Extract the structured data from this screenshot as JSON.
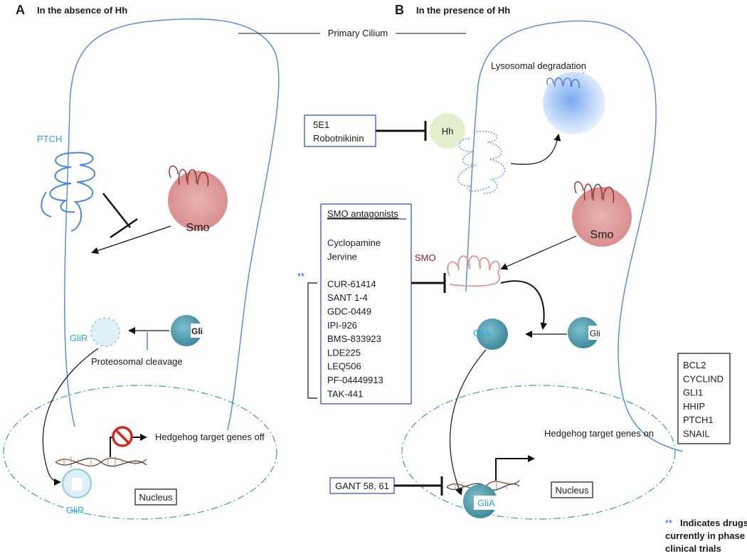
{
  "panel_a": {
    "letter": "A",
    "title": "In the absence of Hh",
    "ptch_label": "PTCH",
    "smo_label": "Smo",
    "glir_label": "GliR",
    "gli_label": "Gli",
    "cleavage_label": "Proteosomal cleavage",
    "target_label": "Hedgehog target genes off",
    "nucleus_label": "Nucleus",
    "glir_nucleus_label": "GliR"
  },
  "panel_b": {
    "letter": "B",
    "title": "In the presence of Hh",
    "lysosome_label": "Lysosomal degradation",
    "hh_label": "Hh",
    "hh_inhibitors": [
      "5E1",
      "Robotnikinin"
    ],
    "smo_label": "Smo",
    "smo_receptor_label": "SMO",
    "smo_antagonists_title": "SMO antagonists",
    "smo_antagonists": [
      "Cyclopamine",
      "Jervine",
      "",
      "CUR-61414",
      "SANT 1-4",
      "GDC-0449",
      "IPI-926",
      "BMS-833923",
      "LDE225",
      "LEQ506",
      "PF-04449913",
      "TAK-441"
    ],
    "clinical_marker": "**",
    "glia_label": "GliA",
    "gli_label": "Gli",
    "target_label": "Hedgehog target genes on",
    "target_genes": [
      "BCL2",
      "CYCLIND",
      "GLI1",
      "HHIP",
      "PTCH1",
      "SNAIL"
    ],
    "gant_label": "GANT 58, 61",
    "glia_nucleus_label": "GliA",
    "nucleus_label": "Nucleus"
  },
  "cilium_label": "Primary Cilium",
  "footnote": {
    "marker": "**",
    "lines": [
      "Indicates drugs",
      "currently in phase I/II",
      "clinical trials"
    ]
  },
  "colors": {
    "membrane": "#5b8fd6",
    "ptch": "#4a88d8",
    "smo_fill": "#e3a4a4",
    "gli_fill": "#5aa3b5",
    "label_cyan": "#2aa7d8",
    "inhibitor_box": "#3344cc",
    "hh_fill": "#e2f0cc",
    "lysosome_fill": "#a9c8f5",
    "nucleus_dash": "#3a9bb0"
  }
}
